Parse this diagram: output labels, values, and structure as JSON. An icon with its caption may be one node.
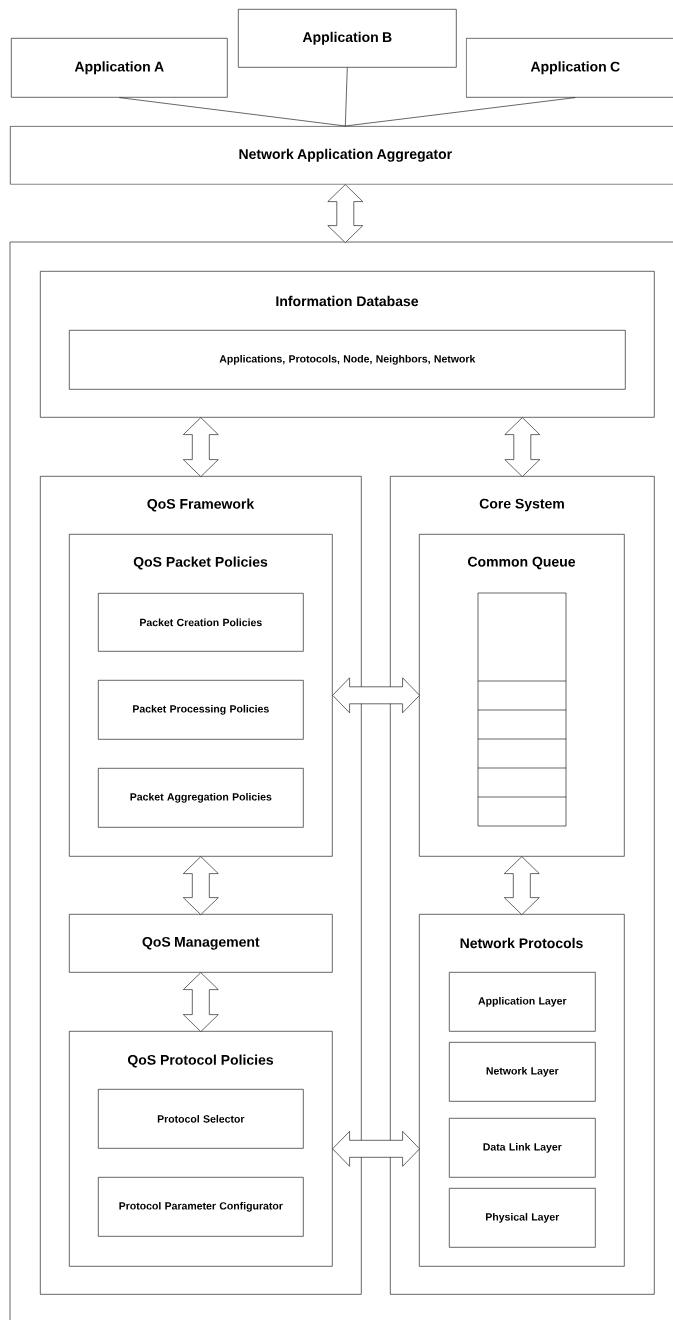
{
  "diagram": {
    "nodes": [
      {
        "text": [
          "Application A"
        ]
      },
      {
        "text": [
          "Application B"
        ]
      },
      {
        "text": [
          "Application C"
        ]
      },
      {
        "text": [
          "Network Application Aggregator"
        ]
      },
      {
        "text": [],
        "shape": "box"
      },
      {
        "text": [
          "Information Database"
        ],
        "in": 4
      },
      {
        "text": [
          "Applications, Protocols, Node, Neighbors, Network"
        ],
        "in": 5
      },
      {
        "text": [
          "QoS Framework"
        ],
        "in": 4
      },
      {
        "text": [
          "QoS Packet Policies"
        ],
        "in": 7
      },
      {
        "text": [
          "Packet Creation Policies"
        ],
        "in": 8
      },
      {
        "text": [
          "Packet Processing Policies"
        ],
        "in": 8
      },
      {
        "text": [
          "Packet Aggregation Policies"
        ],
        "in": 8
      },
      {
        "text": [
          "QoS Management"
        ],
        "in": 7
      },
      {
        "text": [
          "QoS Protocol Policies"
        ],
        "in": 7
      },
      {
        "text": [
          "Protocol Selector"
        ],
        "in": 13
      },
      {
        "text": [
          "Protocol Parameter Configurator"
        ],
        "in": 13
      },
      {
        "text": [
          "Core System"
        ],
        "in": 4
      },
      {
        "text": [
          "Common Queue"
        ],
        "in": 16
      },
      {
        "text": [
          "Network Protocols"
        ],
        "in": 16
      },
      {
        "text": [
          "Application Layer"
        ],
        "in": 18
      },
      {
        "text": [
          "Network Layer"
        ],
        "in": 18
      },
      {
        "text": [
          "Data Link Layer"
        ],
        "in": 18
      },
      {
        "text": [
          "Physical Layer"
        ],
        "in": 18
      }
    ],
    "edges": [
      {
        "from": 0,
        "to": 3,
        "arrow": "none"
      },
      {
        "from": 1,
        "to": 3,
        "arrow": "none"
      },
      {
        "from": 2,
        "to": 3,
        "arrow": "none"
      },
      {
        "from": 3,
        "to": 4,
        "arrow": "both"
      },
      {
        "from": 5,
        "to": 7,
        "arrow": "both"
      },
      {
        "from": 5,
        "to": 16,
        "arrow": "both"
      },
      {
        "from": 8,
        "to": 17,
        "arrow": "both"
      },
      {
        "from": 8,
        "to": 12,
        "arrow": "both"
      },
      {
        "from": 17,
        "to": 18,
        "arrow": "both"
      },
      {
        "from": 12,
        "to": 13,
        "arrow": "both"
      },
      {
        "from": 13,
        "to": 18,
        "arrow": "both"
      }
    ]
  }
}
